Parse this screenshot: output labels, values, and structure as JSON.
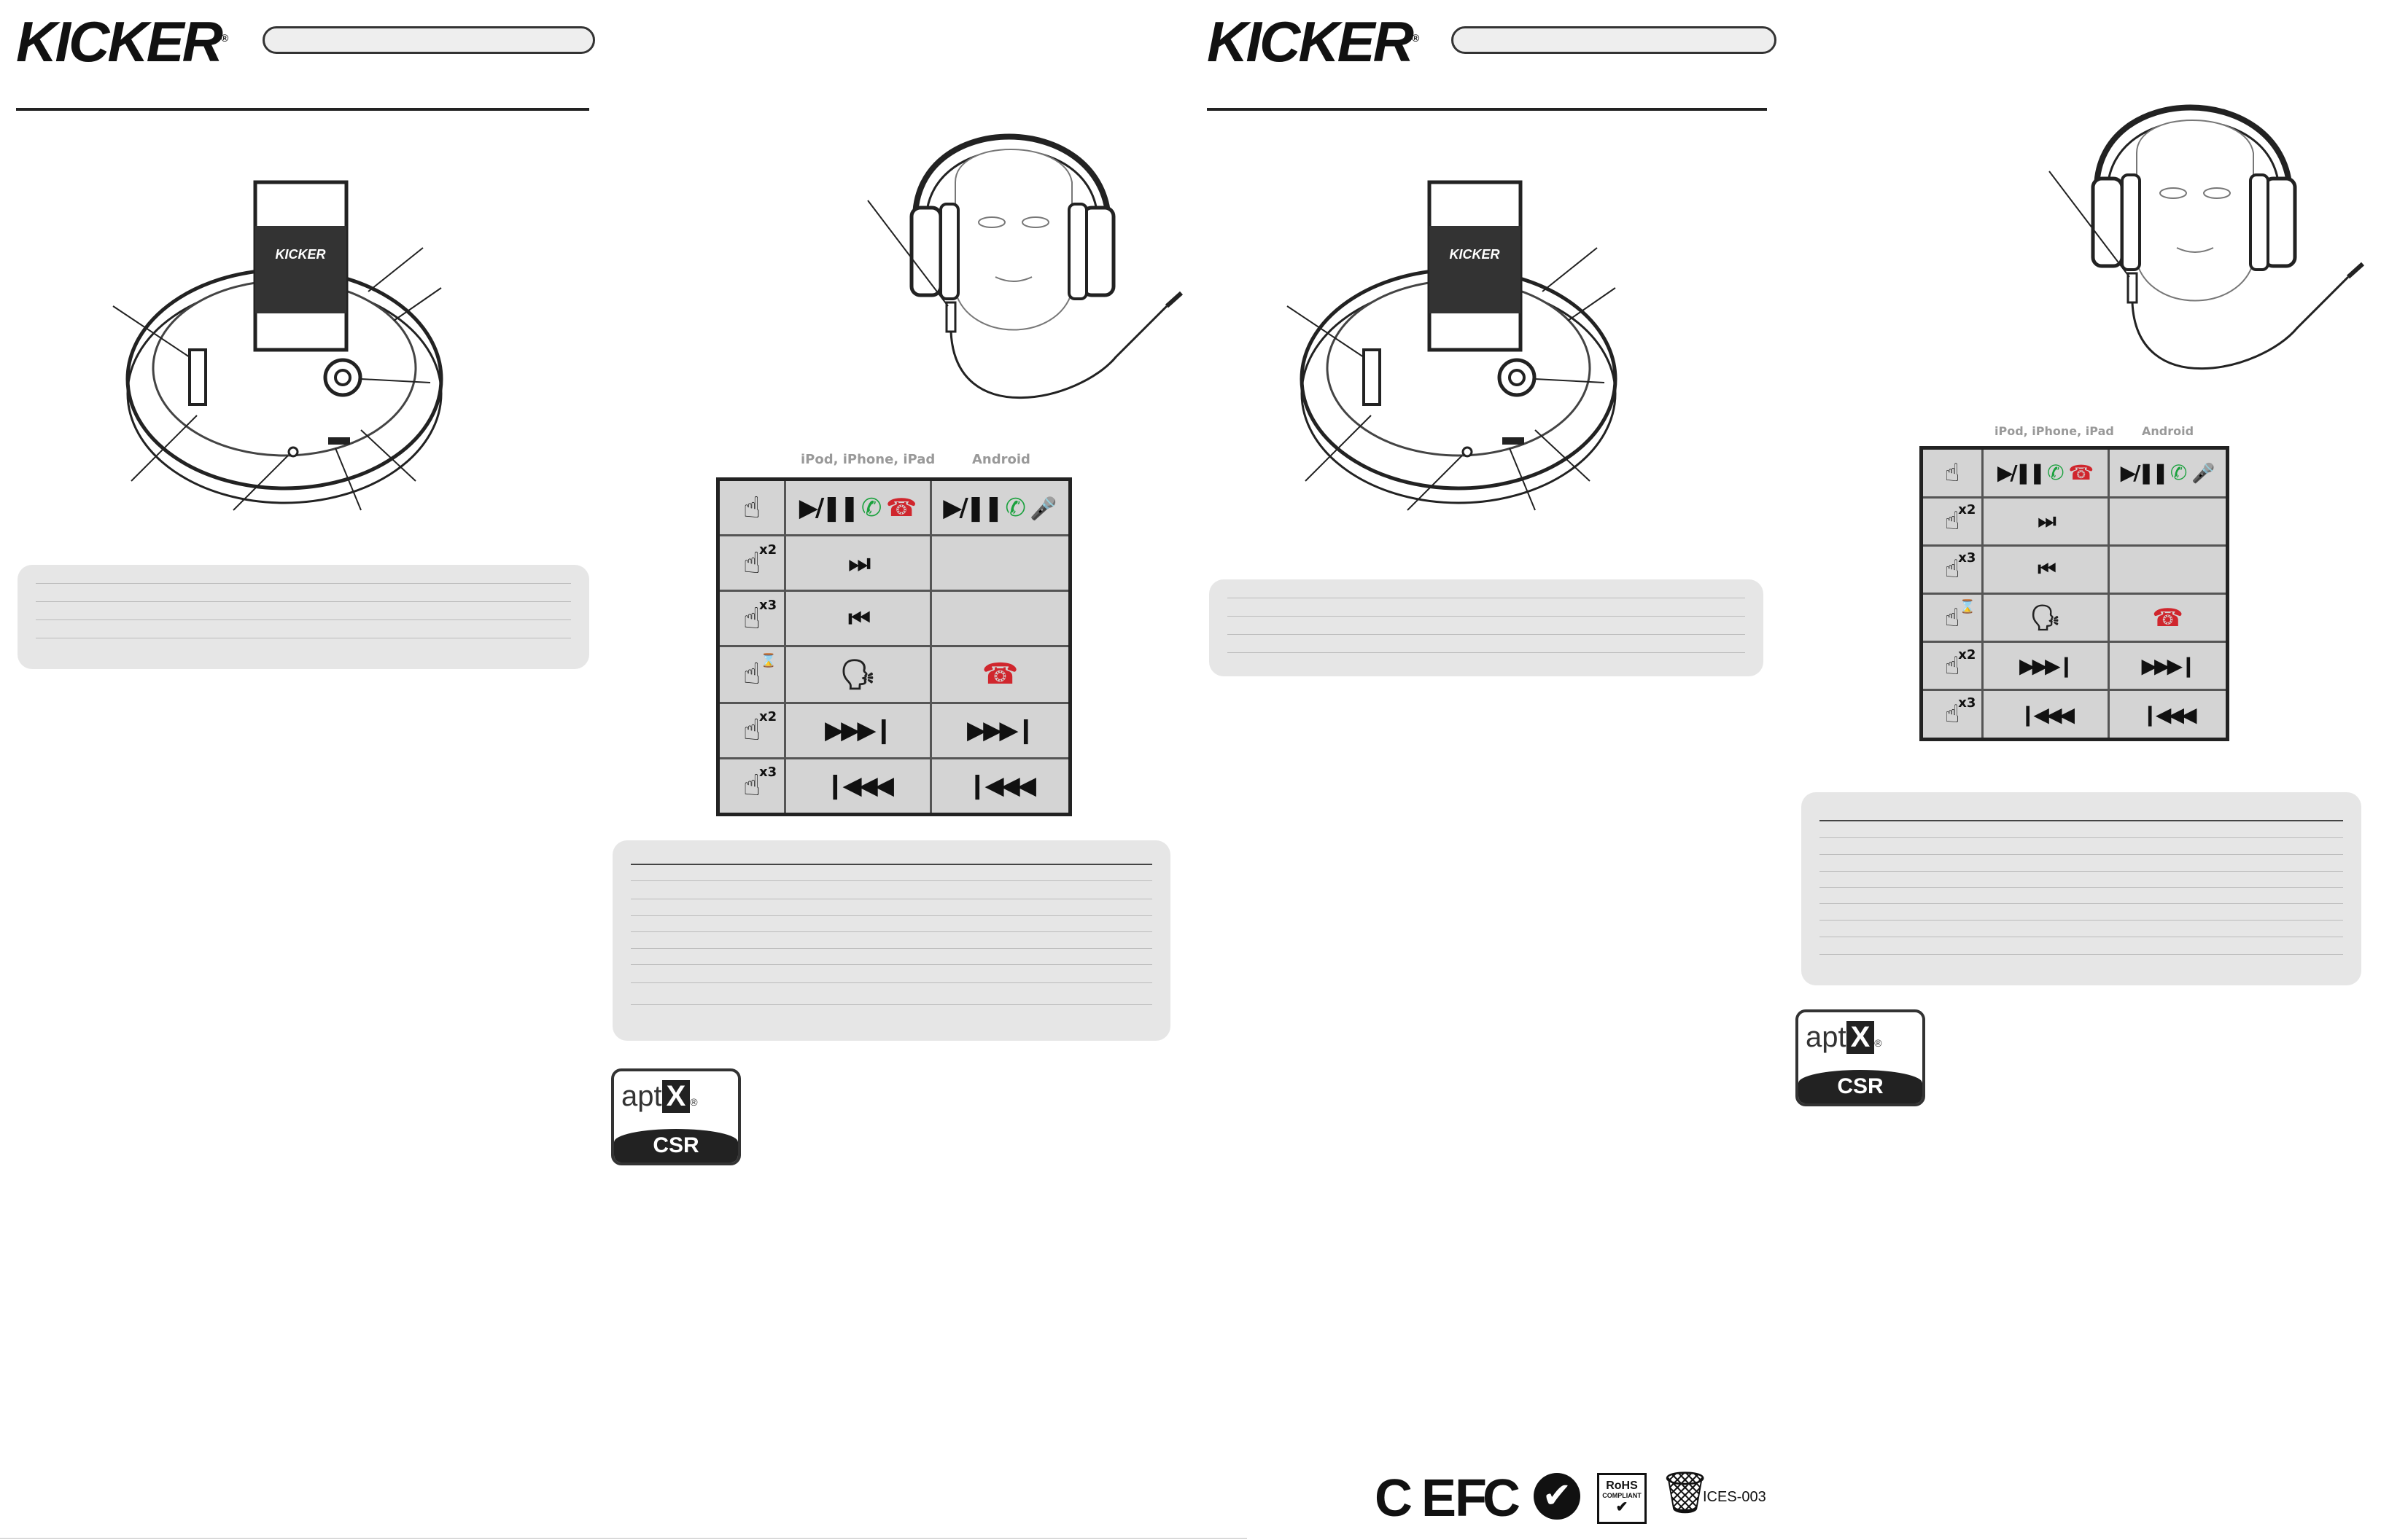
{
  "brand": {
    "logo": "KICKER",
    "reg": "®"
  },
  "table": {
    "col_ios": "iPod, iPhone, iPad",
    "col_android": "Android",
    "rows": [
      {
        "mult": "",
        "ios": "▶/❚❚",
        "android": "▶/❚❚"
      },
      {
        "mult": "x2",
        "ios": "⏭",
        "android": ""
      },
      {
        "mult": "x3",
        "ios": "⏮",
        "android": ""
      },
      {
        "mult": "",
        "ios": "voice",
        "android": "hangup"
      },
      {
        "mult": "x2",
        "ios": "⏩⏭",
        "android": "⏩⏭"
      },
      {
        "mult": "x3",
        "ios": "⏮⏪",
        "android": "⏮⏪"
      }
    ]
  },
  "aptx": {
    "brand": "apt",
    "x": "X",
    "reg": "®",
    "company": "CSR"
  },
  "certs": {
    "ce": "C E",
    "fcc": "FC",
    "rohs": "RoHS",
    "rohs_sub": "COMPLIANT",
    "ices": "ICES-003"
  },
  "colors": {
    "green": "#1aa13d",
    "red": "#d0262d",
    "table_bg": "#d4d4d4",
    "box_bg": "#e6e6e6"
  }
}
